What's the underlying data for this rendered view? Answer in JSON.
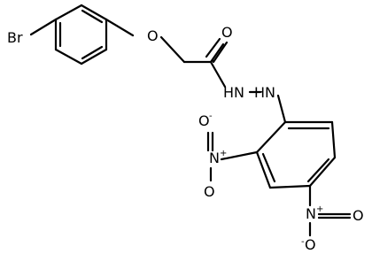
{
  "molecule": {
    "atoms": {
      "br": "Br",
      "o_ether": "O",
      "o_carbonyl": "O",
      "nh_nh": "HN—HN",
      "n_nitro_1": "N",
      "o_nitro_1a": "O",
      "o_nitro_1b": "O",
      "n_nitro_2": "N",
      "o_nitro_2a": "O",
      "o_nitro_2b": "O"
    },
    "hydrazide_label": "HN",
    "charges": {
      "nitro_n": "+",
      "nitro_o": "-"
    }
  }
}
